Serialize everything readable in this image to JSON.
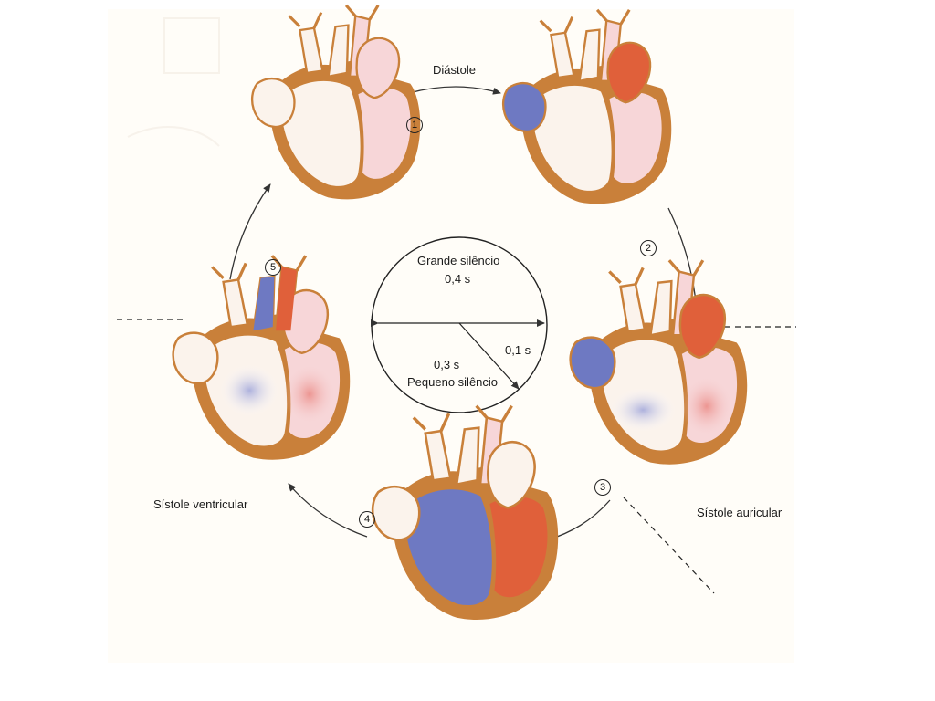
{
  "phases": {
    "diastole": "Diástole",
    "atrial_systole": "Sístole auricular",
    "ventricular_systole": "Sístole ventricular"
  },
  "steps": [
    "1",
    "2",
    "3",
    "4",
    "5"
  ],
  "timing": {
    "long_silence_label": "Grande silêncio",
    "long_silence_value": "0,4 s",
    "short_value": "0,1 s",
    "short_silence_value": "0,3 s",
    "short_silence_label": "Pequeno silêncio"
  },
  "colors": {
    "muscle": "#c9803a",
    "arterial": "#e0603a",
    "venous": "#6e79c2",
    "pale": "#f7d6d8",
    "background": "#fffdf8"
  }
}
